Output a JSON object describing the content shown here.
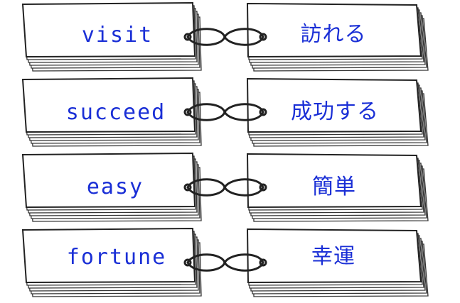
{
  "cards": [
    {
      "english": "visit",
      "japanese": "訪れる"
    },
    {
      "english": "succeed",
      "japanese": "成功する"
    },
    {
      "english": "easy",
      "japanese": "簡単"
    },
    {
      "english": "fortune",
      "japanese": "幸運"
    }
  ],
  "colors": {
    "ink": "#1a2fd6",
    "outline": "#333333",
    "paper": "#ffffff"
  }
}
